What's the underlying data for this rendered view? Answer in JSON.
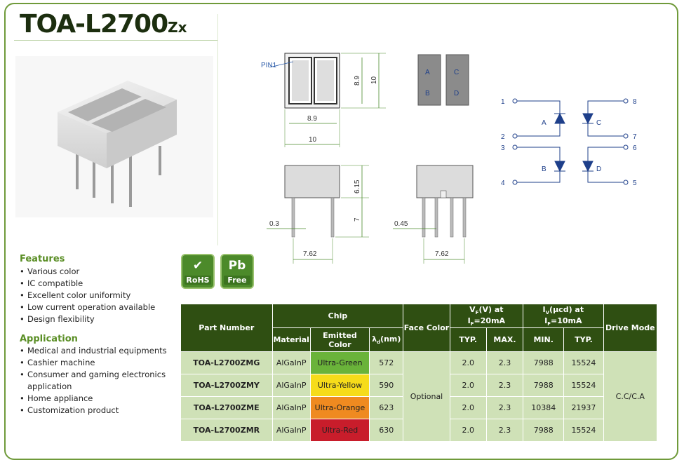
{
  "header": {
    "title_main": "TOA-L2700",
    "title_suffix": "Zx"
  },
  "drawing": {
    "pin1_label": "PIN1",
    "front_width_inner": "8.9",
    "front_width_outer": "10",
    "front_height_inner": "8.9",
    "front_height_outer": "10",
    "side_body_height": "6.15",
    "side_lead_length": "7",
    "side_lead_width": "0.3",
    "side_pitch": "7.62",
    "back_lead_width": "0.45",
    "back_pitch": "7.62",
    "segments": [
      "A",
      "B",
      "C",
      "D"
    ],
    "circuit_pins": [
      "1",
      "2",
      "3",
      "4",
      "5",
      "6",
      "7",
      "8"
    ],
    "circuit_labels": [
      "A",
      "B",
      "C",
      "D"
    ]
  },
  "features": {
    "title": "Features",
    "items": [
      "Various color",
      "IC compatible",
      "Excellent color uniformity",
      "Low current operation available",
      "Design flexibility"
    ]
  },
  "application": {
    "title": "Application",
    "items": [
      "Medical and industrial equipments",
      "Cashier machine",
      "Consumer and gaming electronics",
      "application",
      "Home appliance",
      "Customization product"
    ]
  },
  "badges": {
    "rohs_main": "✔",
    "rohs_sub": "RoHS",
    "pb_main": "Pb",
    "pb_sub": "Free"
  },
  "table": {
    "headers": {
      "part_number": "Part Number",
      "chip": "Chip",
      "face_color": "Face Color",
      "vf_prefix": "V",
      "vf_sub": "F",
      "vf_rest": "(V) at I",
      "vf_sub2": "F",
      "vf_cond": "=20mA",
      "iv_prefix": "I",
      "iv_sub": "V",
      "iv_rest": "(μcd) at I",
      "iv_sub2": "F",
      "iv_cond": "=10mA",
      "drive_mode": "Drive Mode",
      "material": "Material",
      "emitted_color": "Emitted Color",
      "lambda": "λ",
      "lambda_sub": "d",
      "lambda_unit": "(nm)",
      "typ": "TYP.",
      "max": "MAX.",
      "min": "MIN.",
      "typ2": "TYP."
    },
    "rows": [
      {
        "part": "TOA-L2700ZMG",
        "material": "AlGaInP",
        "color": "Ultra-Green",
        "lambda": "572",
        "vf_typ": "2.0",
        "vf_max": "2.3",
        "iv_min": "7988",
        "iv_typ": "15524"
      },
      {
        "part": "TOA-L2700ZMY",
        "material": "AlGaInP",
        "color": "Ultra-Yellow",
        "lambda": "590",
        "vf_typ": "2.0",
        "vf_max": "2.3",
        "iv_min": "7988",
        "iv_typ": "15524"
      },
      {
        "part": "TOA-L2700ZME",
        "material": "AlGaInP",
        "color": "Ultra-Orange",
        "lambda": "623",
        "vf_typ": "2.0",
        "vf_max": "2.3",
        "iv_min": "10384",
        "iv_typ": "21937"
      },
      {
        "part": "TOA-L2700ZMR",
        "material": "AlGaInP",
        "color": "Ultra-Red",
        "lambda": "630",
        "vf_typ": "2.0",
        "vf_max": "2.3",
        "iv_min": "7988",
        "iv_typ": "15524"
      }
    ],
    "face_color_value": "Optional",
    "drive_mode_value": "C.C/C.A"
  }
}
